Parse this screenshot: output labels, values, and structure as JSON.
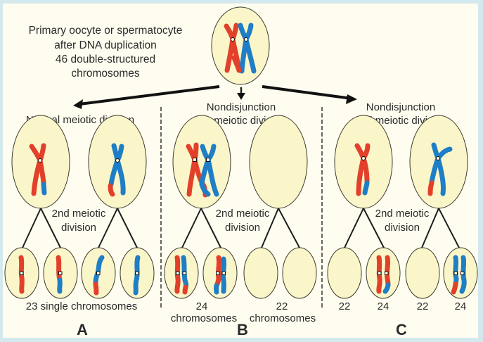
{
  "title": {
    "lines": [
      "Primary oocyte or spermatocyte",
      "after DNA duplication",
      "46 double-structured",
      "chromosomes"
    ]
  },
  "columns": [
    {
      "id": "A",
      "heading": [
        "Normal meiotic division"
      ],
      "step_label": [
        "2nd meiotic",
        "division"
      ],
      "result": [
        "23 single chromosomes"
      ],
      "letter": "A",
      "bottom_counts": []
    },
    {
      "id": "B",
      "heading": [
        "Nondisjunction",
        "1st meiotic division"
      ],
      "step_label": [
        "2nd meiotic",
        "division"
      ],
      "result_left": [
        "24",
        "chromosomes"
      ],
      "result_right": [
        "22",
        "chromosomes"
      ],
      "letter": "B"
    },
    {
      "id": "C",
      "heading": [
        "Nondisjunction",
        "2nd meiotic division"
      ],
      "step_label": [
        "2nd meiotic",
        "division"
      ],
      "bottom_counts": [
        "22",
        "24",
        "22",
        "24"
      ],
      "letter": "C"
    }
  ],
  "colors": {
    "maternal_red": "#e2402b",
    "paternal_blue": "#1f7ec6",
    "cell_fill": "#fbf6c9",
    "panel_bg": "#fefdef",
    "frame_bg": "#d4e9ee"
  }
}
